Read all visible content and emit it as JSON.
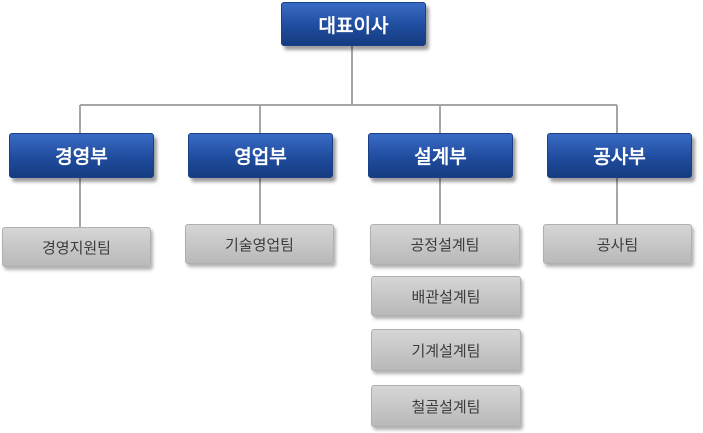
{
  "colors": {
    "primary": "#1f4c9e",
    "team": "#c6c6c6",
    "connector": "#a6a6a6"
  },
  "ceo": {
    "label": "대표이사"
  },
  "departments": [
    {
      "label": "경영부",
      "teams": [
        "경영지원팀"
      ]
    },
    {
      "label": "영업부",
      "teams": [
        "기술영업팀"
      ]
    },
    {
      "label": "설계부",
      "teams": [
        "공정설계팀",
        "배관설계팀",
        "기계설계팀",
        "철골설계팀"
      ]
    },
    {
      "label": "공사부",
      "teams": [
        "공사팀"
      ]
    }
  ]
}
